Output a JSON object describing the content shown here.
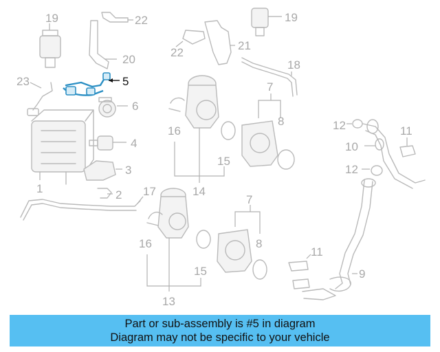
{
  "diagram": {
    "callouts": {
      "c1": "1",
      "c2": "2",
      "c3": "3",
      "c4": "4",
      "c5": "5",
      "c6": "6",
      "c7a": "7",
      "c7b": "7",
      "c8a": "8",
      "c8b": "8",
      "c9": "9",
      "c10": "10",
      "c11a": "11",
      "c11b": "11",
      "c12a": "12",
      "c12b": "12",
      "c13": "13",
      "c14": "14",
      "c15a": "15",
      "c15b": "15",
      "c16a": "16",
      "c16b": "16",
      "c17": "17",
      "c18": "18",
      "c19a": "19",
      "c19b": "19",
      "c20": "20",
      "c21": "21",
      "c22a": "22",
      "c22b": "22",
      "c23": "23"
    },
    "highlighted_part": "5",
    "colors": {
      "highlight_part": "#2b8fc4",
      "line_art": "#b9b9b9",
      "banner": "#56bff2"
    }
  },
  "banner": {
    "line1": "Part or sub-assembly is #5 in diagram",
    "line2": "Diagram may not be specific to your vehicle"
  }
}
